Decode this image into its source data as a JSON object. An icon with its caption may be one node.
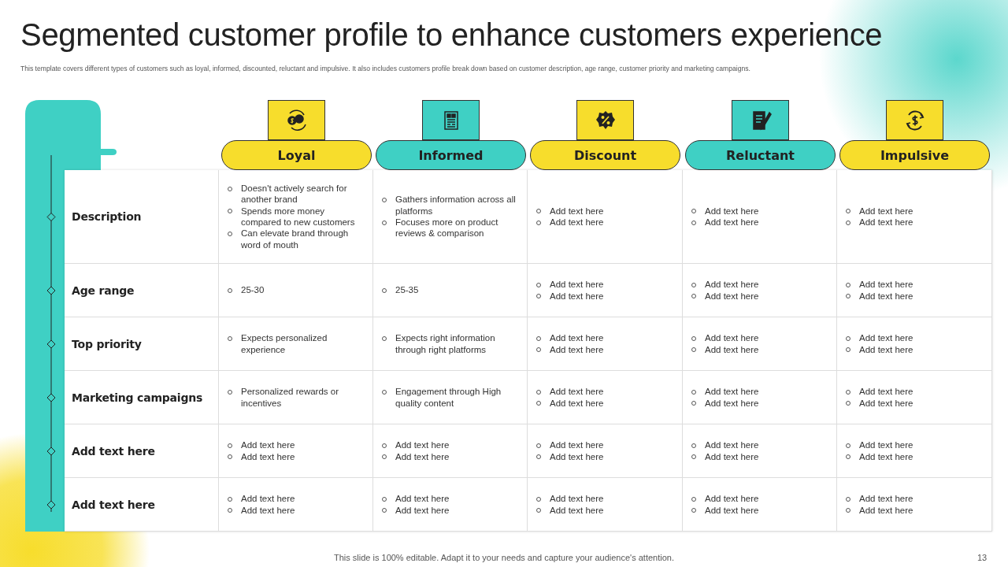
{
  "diagram": {
    "title": "Segmented customer profile to enhance customers experience",
    "caption": "This template covers different types of customers such as loyal, informed, discounted, reluctant and impulsive. It also includes customers profile break down based on customer description, age range, customer priority and marketing campaigns.",
    "nodes": [
      {
        "text": [
          "Loyal"
        ]
      },
      {
        "text": [
          "Informed"
        ]
      },
      {
        "text": [
          "Discount"
        ]
      },
      {
        "text": [
          "Reluctant"
        ]
      },
      {
        "text": [
          "Impulsive"
        ]
      },
      {
        "text": [
          "Description"
        ]
      },
      {
        "text": [
          "Doesn't actively search for another brand",
          "Spends more money compared to new customers",
          "Can elevate brand through word of mouth"
        ]
      },
      {
        "text": [
          "Gathers information across all platforms",
          "Focuses more on product reviews & comparison"
        ]
      },
      {
        "text": [
          "Add text here",
          "Add text here"
        ]
      },
      {
        "text": [
          "Add text here",
          "Add text here"
        ]
      },
      {
        "text": [
          "Add text here",
          "Add text here"
        ]
      },
      {
        "text": [
          "Age range"
        ]
      },
      {
        "text": [
          "25-30"
        ]
      },
      {
        "text": [
          "25-35"
        ]
      },
      {
        "text": [
          "Add text here",
          "Add text here"
        ]
      },
      {
        "text": [
          "Add text here",
          "Add text here"
        ]
      },
      {
        "text": [
          "Add text here",
          "Add text here"
        ]
      },
      {
        "text": [
          "Top priority"
        ]
      },
      {
        "text": [
          "Expects personalized experience"
        ]
      },
      {
        "text": [
          "Expects right information through right platforms"
        ]
      },
      {
        "text": [
          "Add text here",
          "Add text here"
        ]
      },
      {
        "text": [
          "Add text here",
          "Add text here"
        ]
      },
      {
        "text": [
          "Add text here",
          "Add text here"
        ]
      },
      {
        "text": [
          "Marketing campaigns"
        ]
      },
      {
        "text": [
          "Personalized rewards or incentives"
        ]
      },
      {
        "text": [
          "Engagement through High quality content"
        ]
      },
      {
        "text": [
          "Add text here",
          "Add text here"
        ]
      },
      {
        "text": [
          "Add text here",
          "Add text here"
        ]
      },
      {
        "text": [
          "Add text here",
          "Add text here"
        ]
      },
      {
        "text": [
          "Add text here"
        ]
      },
      {
        "text": [
          "Add text here",
          "Add text here"
        ]
      },
      {
        "text": [
          "Add text here",
          "Add text here"
        ]
      },
      {
        "text": [
          "Add text here",
          "Add text here"
        ]
      },
      {
        "text": [
          "Add text here",
          "Add text here"
        ]
      },
      {
        "text": [
          "Add text here",
          "Add text here"
        ]
      },
      {
        "text": [
          "Add text here"
        ]
      },
      {
        "text": [
          "Add text here",
          "Add text here"
        ]
      },
      {
        "text": [
          "Add text here",
          "Add text here"
        ]
      },
      {
        "text": [
          "Add text here",
          "Add text here"
        ]
      },
      {
        "text": [
          "Add text here",
          "Add text here"
        ]
      },
      {
        "text": [
          "Add text here",
          "Add text here"
        ]
      }
    ],
    "labels": [
      "This slide is 100% editable. Adapt it to your needs and capture your audience's attention.",
      "13"
    ]
  }
}
